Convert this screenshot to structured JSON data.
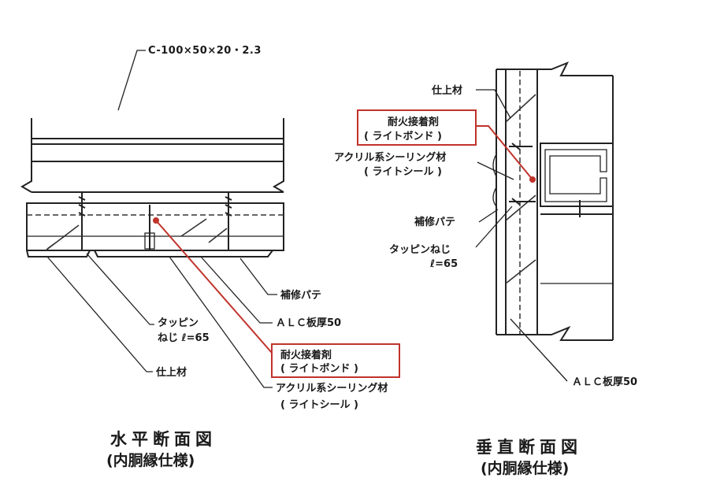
{
  "dimension_label": "C-100×50×20・2.3",
  "horizontal_section": {
    "title": "水平断面図",
    "subtitle": "(内胴縁仕様)",
    "labels": {
      "repair_putty": "補修パテ",
      "tapping_screw_line1": "タッピン",
      "tapping_screw_line2": "ねじ ℓ=65",
      "alc": "ＡＬＣ板厚50",
      "finish": "仕上材",
      "adhesive_line1": "耐火接着剤",
      "adhesive_line2": "( ライトボンド )",
      "sealant_line1": "アクリル系シーリング材",
      "sealant_line2": "( ライトシール )"
    }
  },
  "vertical_section": {
    "title": "垂直断面図",
    "subtitle": "(内胴縁仕様)",
    "labels": {
      "finish": "仕上材",
      "adhesive_line1": "耐火接着剤",
      "adhesive_line2": "( ライトボンド )",
      "sealant_line1": "アクリル系シーリング材",
      "sealant_line2": "( ライトシール )",
      "repair_putty": "補修パテ",
      "tapping_screw_line1": "タッピンねじ",
      "tapping_screw_line2": "ℓ=65",
      "alc": "ＡＬＣ板厚50"
    }
  },
  "highlight_color": "#c0332b"
}
